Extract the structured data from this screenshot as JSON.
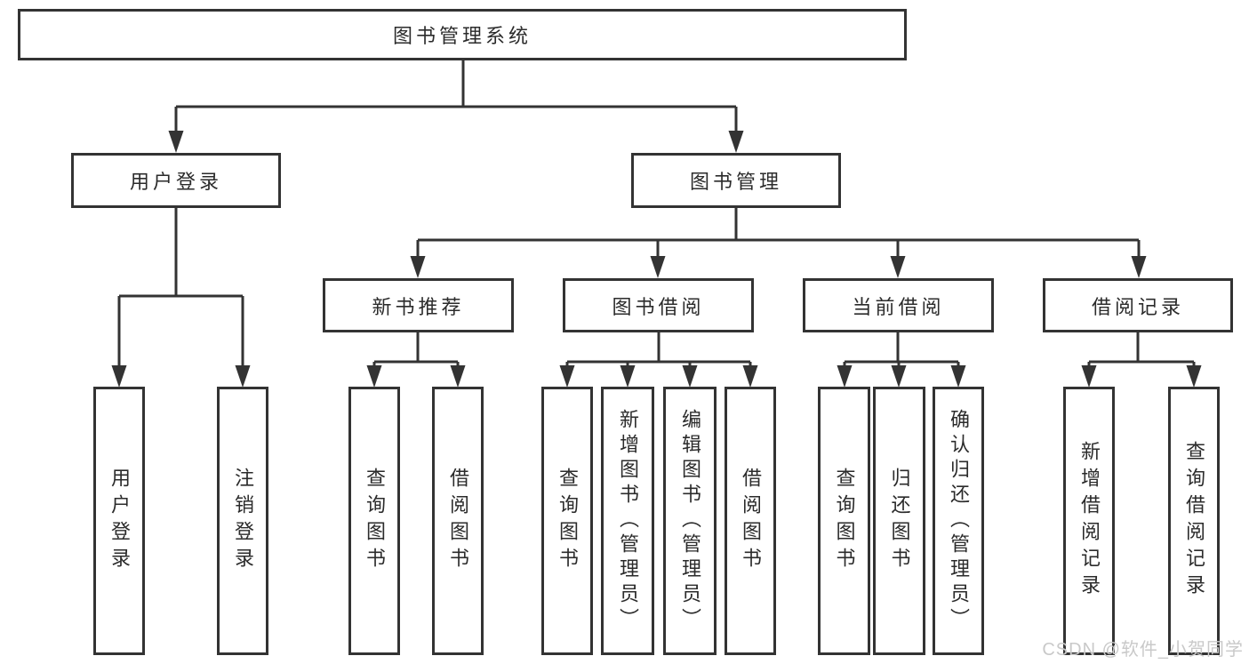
{
  "diagram": {
    "tree": {
      "root": {
        "label": "图书管理系统"
      },
      "level2": [
        {
          "label": "用户登录"
        },
        {
          "label": "图书管理"
        }
      ],
      "level3": [
        {
          "label": "新书推荐"
        },
        {
          "label": "图书借阅"
        },
        {
          "label": "当前借阅"
        },
        {
          "label": "借阅记录"
        }
      ],
      "leaves": {
        "user_login_group": [
          {
            "label": "用户登录"
          },
          {
            "label": "注销登录"
          }
        ],
        "new_book_group": [
          {
            "label": "查询图书"
          },
          {
            "label": "借阅图书"
          }
        ],
        "book_borrow_group": [
          {
            "label": "查询图书"
          },
          {
            "label": "新增图书（管理员）"
          },
          {
            "label": "编辑图书（管理员）"
          },
          {
            "label": "借阅图书"
          }
        ],
        "current_borrow_group": [
          {
            "label": "查询图书"
          },
          {
            "label": "归还图书"
          },
          {
            "label": "确认归还（管理员）"
          }
        ],
        "borrow_record_group": [
          {
            "label": "新增借阅记录"
          },
          {
            "label": "查询借阅记录"
          }
        ]
      }
    },
    "watermark": "CSDN @软件_小贺同学",
    "colors": {
      "line": "#333333",
      "text": "#2b2b2b",
      "background": "#ffffff",
      "watermark": "#c9c9c9"
    }
  }
}
